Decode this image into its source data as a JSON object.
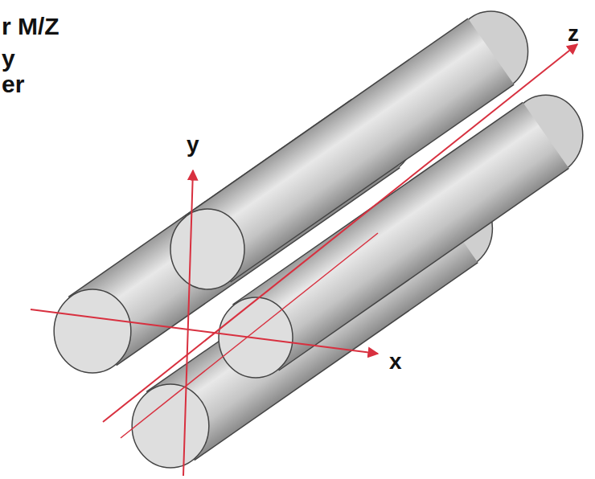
{
  "diagram": {
    "labels": [
      "r M/Z",
      "y",
      "er",
      "y",
      "z",
      "x"
    ]
  }
}
